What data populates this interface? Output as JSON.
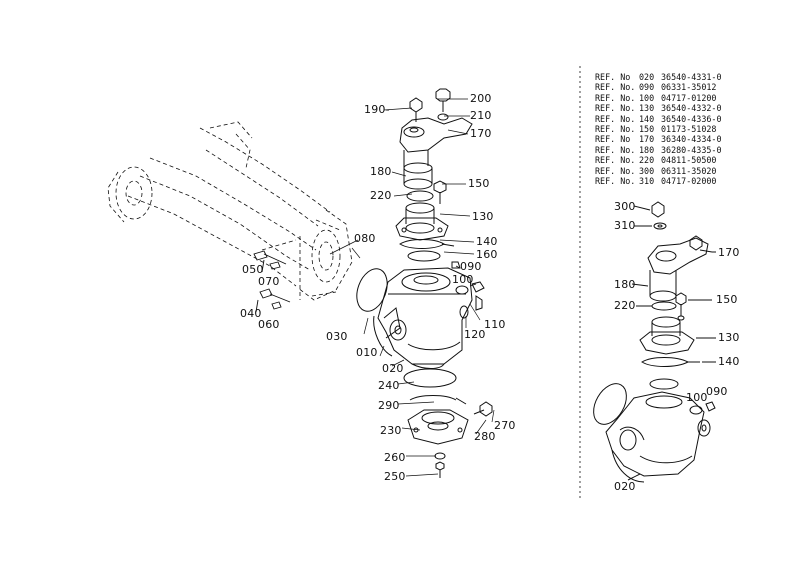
{
  "colors": {
    "ink": "#111111",
    "paper": "#ffffff"
  },
  "ref_table": [
    {
      "prefix": "REF. No",
      "ref": "020",
      "part": "36540-4331-0"
    },
    {
      "prefix": "REF. No.",
      "ref": "090",
      "part": "06331-35012"
    },
    {
      "prefix": "REF. No.",
      "ref": "100",
      "part": "04717-01200"
    },
    {
      "prefix": "REF. No.",
      "ref": "130",
      "part": "36540-4332-0"
    },
    {
      "prefix": "REF. No.",
      "ref": "140",
      "part": "36540-4336-0"
    },
    {
      "prefix": "REF. No.",
      "ref": "150",
      "part": "01173-51028"
    },
    {
      "prefix": "REF. No",
      "ref": "170",
      "part": "36340-4334-0"
    },
    {
      "prefix": "REF. No.",
      "ref": "180",
      "part": "36280-4335-0"
    },
    {
      "prefix": "REF. No.",
      "ref": "220",
      "part": "04811-50500"
    },
    {
      "prefix": "REF. No.",
      "ref": "300",
      "part": "06311-35020"
    },
    {
      "prefix": "REF. No.",
      "ref": "310",
      "part": "04717-02000"
    }
  ],
  "main_callouts": {
    "c190": "190-",
    "c200": "200",
    "c210": "210",
    "c170": "170",
    "c180": "180",
    "c150": "150",
    "c220": "220",
    "c130": "130",
    "c080": "080",
    "c140": "140",
    "c160": "160",
    "c090": "090",
    "c100": "100",
    "c050": "050",
    "c070": "070",
    "c040": "040",
    "c060": "060",
    "c110": "110",
    "c120": "120",
    "c030": "030",
    "c010": "010",
    "c020": "020",
    "c240": "240",
    "c290": "290",
    "c230": "230",
    "c280": "280",
    "c270": "270",
    "c260": "260",
    "c250": "250"
  },
  "detail_callouts": {
    "c300": "300",
    "c310": "310",
    "c170": "170",
    "c180": "180",
    "c150": "150",
    "c220": "220",
    "c130": "130",
    "c140": "140",
    "c100": "100",
    "c090": "090",
    "c020": "020"
  }
}
